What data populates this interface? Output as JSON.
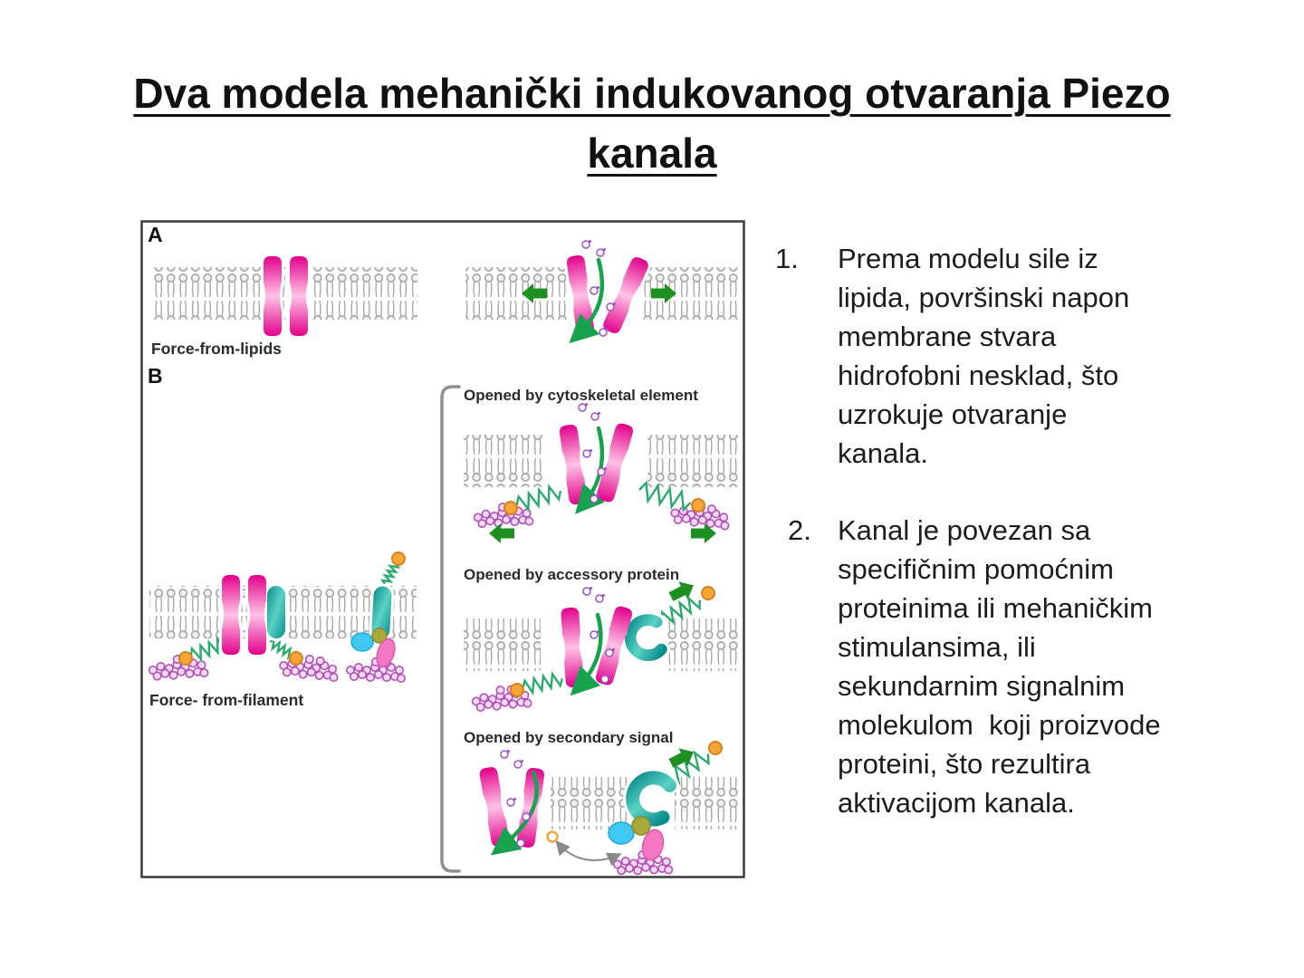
{
  "slide": {
    "title_line1": "Dva modela mehanički indukovanog otvaranja Piezo",
    "title_line2": "kanala"
  },
  "figure": {
    "panel_a": "A",
    "panel_b": "B",
    "labels": {
      "force_from_lipids": "Force-from-lipids",
      "force_from_filament": "Force- from-filament",
      "opened_cytoskeletal": "Opened by cytoskeletal element",
      "opened_accessory": "Opened by accessory protein",
      "opened_secondary": "Opened by secondary signal"
    },
    "colors": {
      "channel_dark": "#e2008a",
      "channel_light": "#ffc2e6",
      "teal_dark": "#0b8d8d",
      "teal_light": "#5ad2c4",
      "lipid_gray": "#a8a8a8",
      "arrow_green": "#1e9021",
      "arrow_curve": "#17a24e",
      "spring_green": "#2aab6e",
      "filament_purple": "#b44fb8",
      "filament_fill": "#f3daf5",
      "anchor_orange": "#f6a537",
      "anchor_stroke": "#d9801f",
      "ion_purple": "#9b51c9",
      "signal_cyan": "#3fc9f2",
      "signal_olive": "#aaa838",
      "signal_pink": "#f477c4",
      "gray_arrow": "#8a8a8a",
      "border_dark": "#3a3a3a"
    }
  },
  "notes": {
    "item1": {
      "number": "1.",
      "lines": [
        "Prema modelu sile iz",
        "lipida, površinski napon",
        "membrane stvara",
        "hidrofobni nesklad, što",
        "uzrokuje otvaranje",
        "kanala."
      ]
    },
    "item2": {
      "number": "2.",
      "lines": [
        "Kanal je povezan sa",
        "specifičnim pomoćnim",
        "proteinima ili mehaničkim",
        "stimulansima, ili",
        "sekundarnim signalnim",
        "molekulom  koji proizvode",
        "proteini, što rezultira",
        "aktivacijom kanala."
      ]
    }
  }
}
